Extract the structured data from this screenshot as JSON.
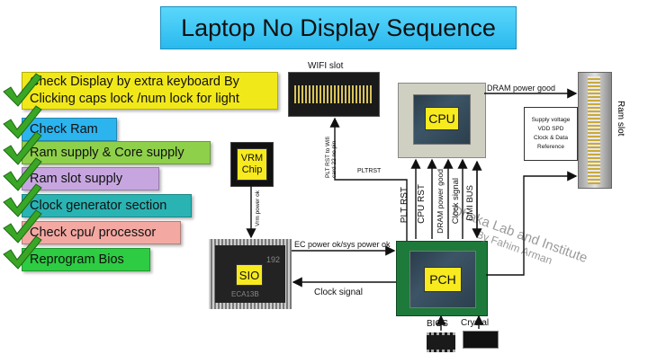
{
  "title": "Laptop No Display Sequence",
  "steps": [
    {
      "label": "Check Display  by extra keyboard By",
      "label2": "Clicking caps lock /num lock for light",
      "color": "#f1e81a"
    },
    {
      "label": "Check Ram",
      "color": "#2cb4ef"
    },
    {
      "label": "Ram supply & Core supply",
      "color": "#8ed04a"
    },
    {
      "label": "Ram slot supply",
      "color": "#c7a6e0"
    },
    {
      "label": "Clock generator section",
      "color": "#2ab3b3"
    },
    {
      "label": "Check cpu/ processor",
      "color": "#f3a9a2"
    },
    {
      "label": "Reprogram Bios",
      "color": "#2dcc42"
    }
  ],
  "blocks": {
    "wifi": "WIFI slot",
    "cpu": "CPU",
    "ram_slot": "Ram slot",
    "vrm": "VRM Chip",
    "sio": "SIO",
    "pch": "PCH",
    "bios": "BIOS",
    "crystal": "Crystal",
    "sio_marking": "ECA13B",
    "sio_num": "192"
  },
  "ram_info": [
    "Supply voltage",
    "VDD SPD",
    "Clock & Data",
    "Reference"
  ],
  "signals": {
    "dram_power_good": "DRAM power good",
    "plt_rst_wifi": "PLT RST to Wifi card 22 no pin",
    "plt_rst": "PLTRST",
    "vrm_power_ok": "Vrm power ok",
    "ec_power_ok": "EC power ok/sys power ok",
    "clock_signal": "Clock signal",
    "plt_rst_v": "PLT RST",
    "cpu_rst": "CPU RST",
    "dram_pg_v": "DRAM power good",
    "clock_signal_v": "Clock signal",
    "dmi_bus": "DMI BUS"
  },
  "watermark": {
    "line1": "Dhaka Lab and Institute",
    "line2": "By Fahim Arman"
  },
  "colors": {
    "title_bg": "#2ab9ee",
    "chip_label": "#f7ea1f",
    "check": "#3aa626",
    "arrow": "#111111"
  }
}
